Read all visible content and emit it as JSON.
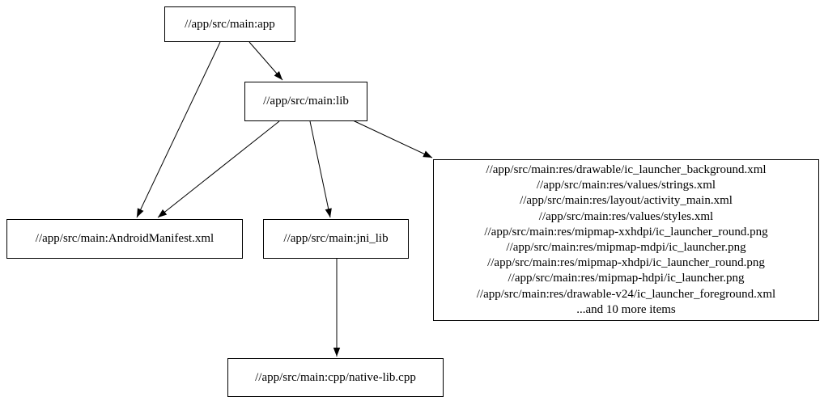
{
  "diagram": {
    "type": "dependency-graph",
    "nodes": {
      "app": {
        "label": "//app/src/main:app"
      },
      "lib": {
        "label": "//app/src/main:lib"
      },
      "manifest": {
        "label": "//app/src/main:AndroidManifest.xml"
      },
      "jni_lib": {
        "label": "//app/src/main:jni_lib"
      },
      "native_lib": {
        "label": "//app/src/main:cpp/native-lib.cpp"
      },
      "resources": {
        "lines": [
          "//app/src/main:res/drawable/ic_launcher_background.xml",
          "//app/src/main:res/values/strings.xml",
          "//app/src/main:res/layout/activity_main.xml",
          "//app/src/main:res/values/styles.xml",
          "//app/src/main:res/mipmap-xxhdpi/ic_launcher_round.png",
          "//app/src/main:res/mipmap-mdpi/ic_launcher.png",
          "//app/src/main:res/mipmap-xhdpi/ic_launcher_round.png",
          "//app/src/main:res/mipmap-hdpi/ic_launcher.png",
          "//app/src/main:res/drawable-v24/ic_launcher_foreground.xml",
          "...and 10 more items"
        ]
      }
    },
    "edges": [
      {
        "from": "app",
        "to": "lib"
      },
      {
        "from": "app",
        "to": "manifest"
      },
      {
        "from": "lib",
        "to": "manifest"
      },
      {
        "from": "lib",
        "to": "jni_lib"
      },
      {
        "from": "lib",
        "to": "resources"
      },
      {
        "from": "jni_lib",
        "to": "native_lib"
      }
    ],
    "colors": {
      "background": "#ffffff",
      "node_border": "#000000",
      "edge": "#000000",
      "text": "#000000"
    }
  }
}
